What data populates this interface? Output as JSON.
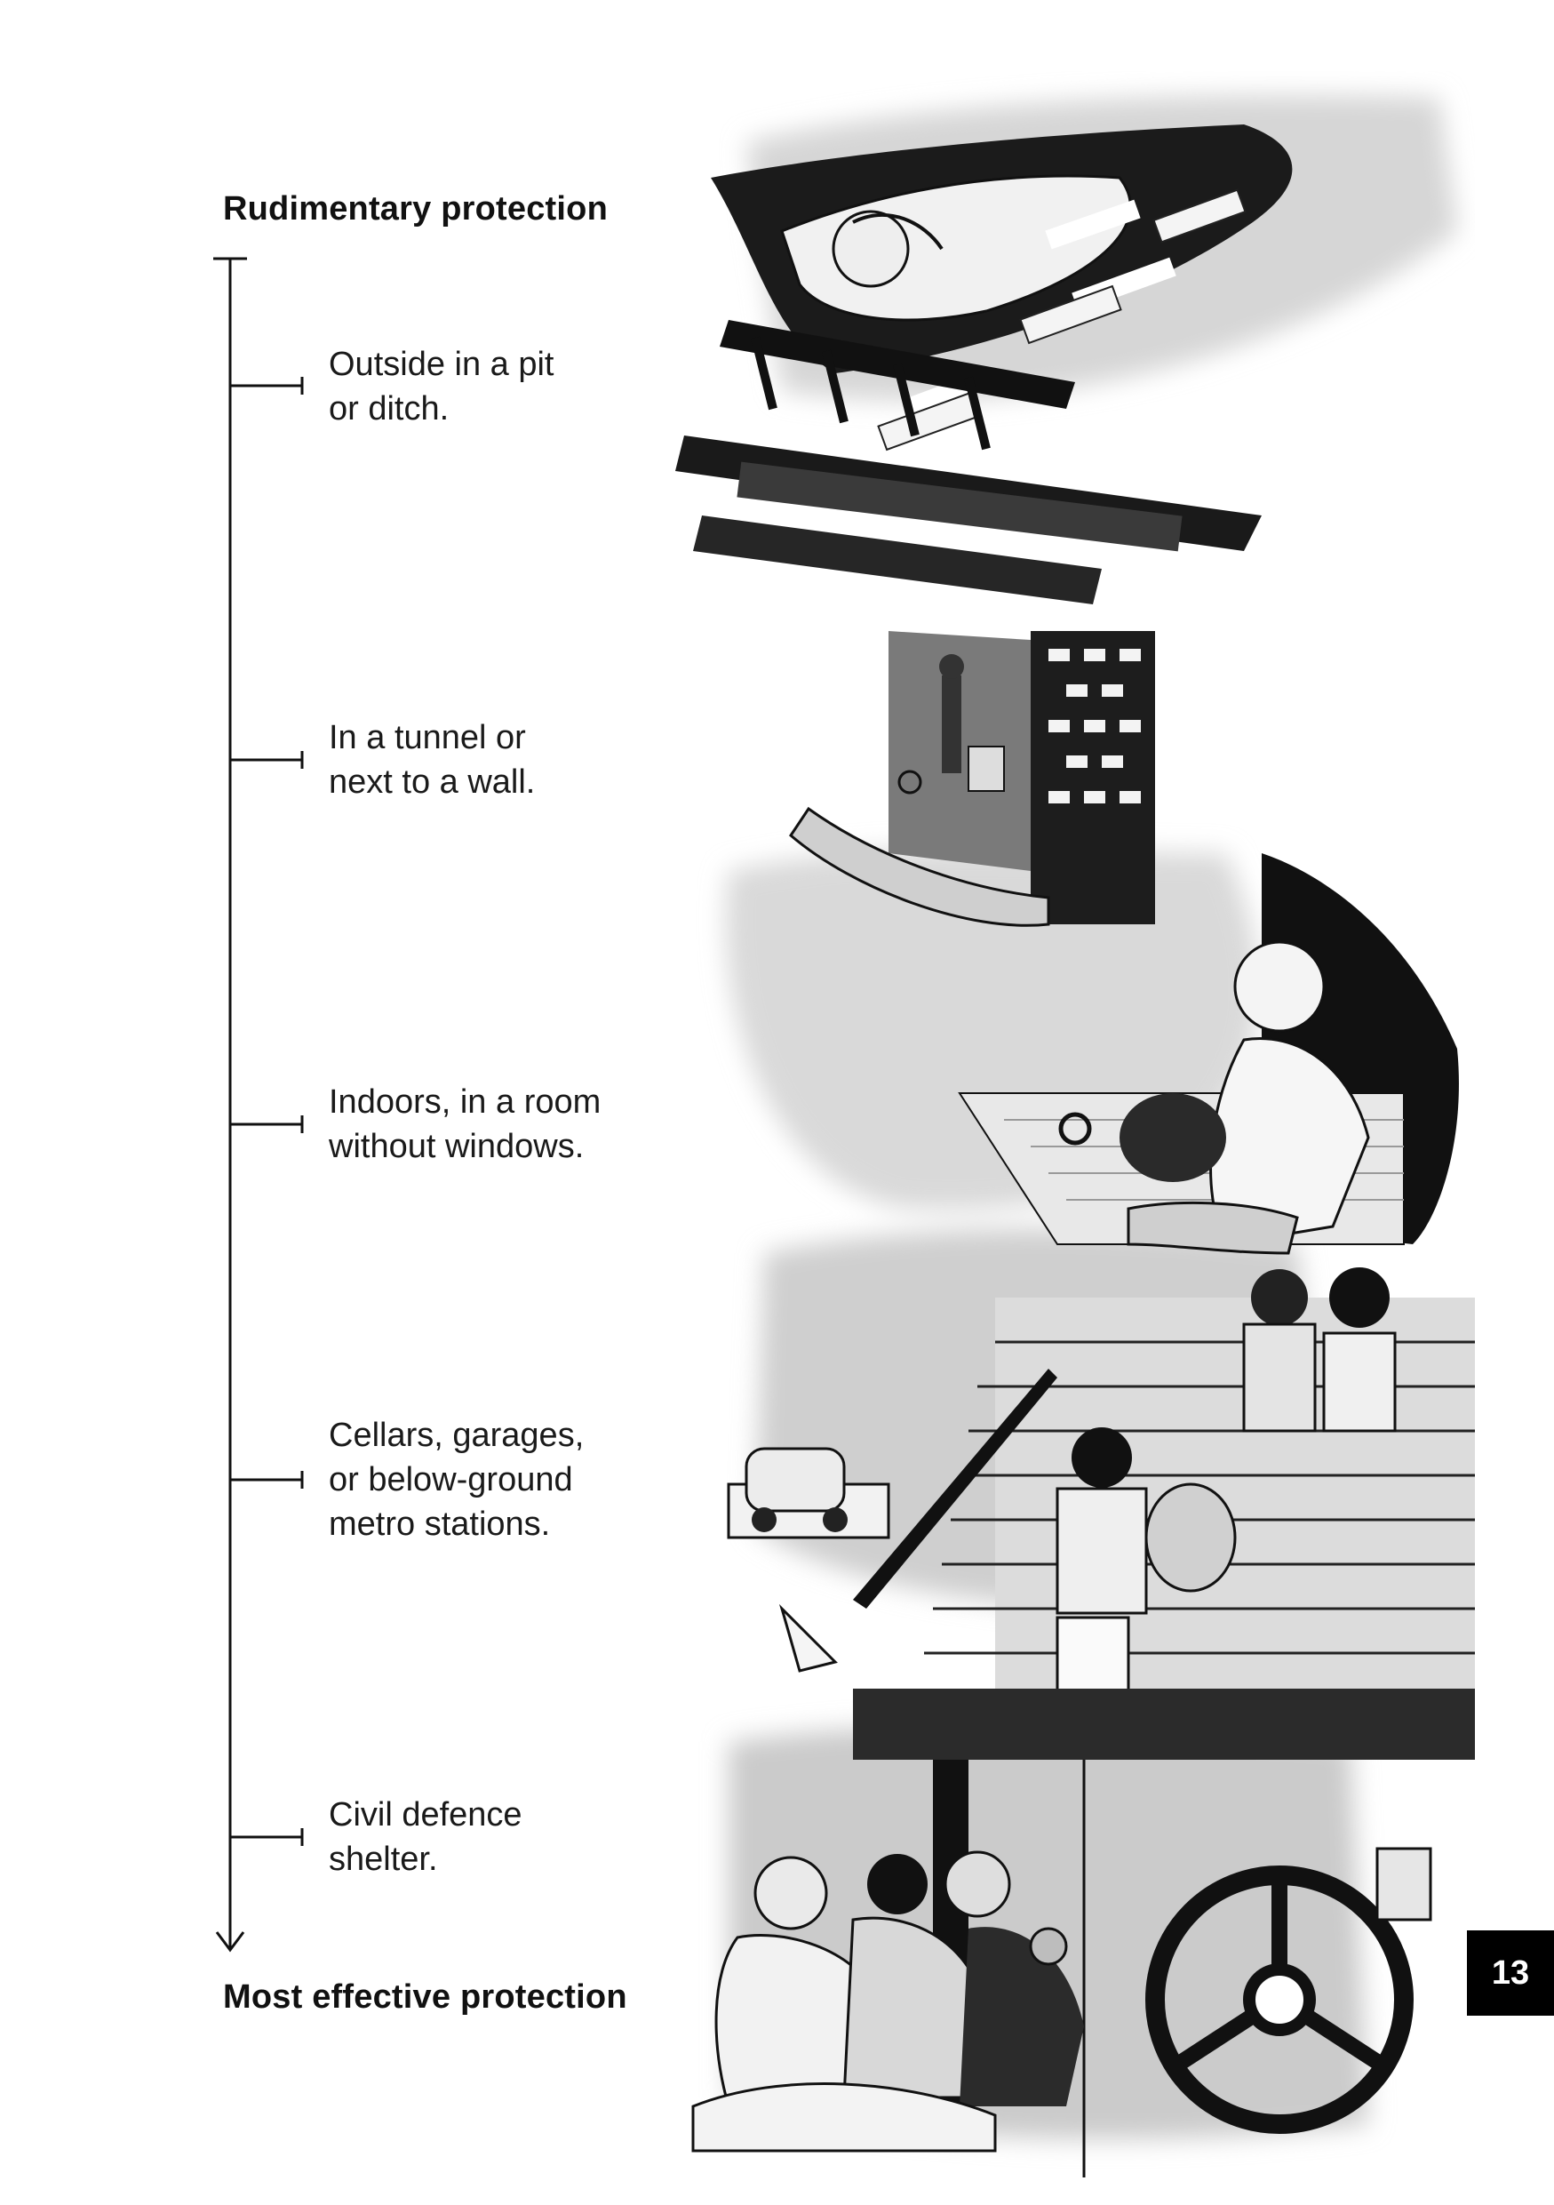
{
  "scale": {
    "top_label": "Rudimentary protection",
    "bottom_label": "Most effective protection",
    "levels": [
      {
        "text": "Outside in a pit\nor ditch."
      },
      {
        "text": "In a tunnel or\nnext to a wall."
      },
      {
        "text": "Indoors, in a room\nwithout windows."
      },
      {
        "text": "Cellars, garages,\nor below-ground\nmetro stations."
      },
      {
        "text": "Civil defence\nshelter."
      }
    ]
  },
  "page_number": "13"
}
